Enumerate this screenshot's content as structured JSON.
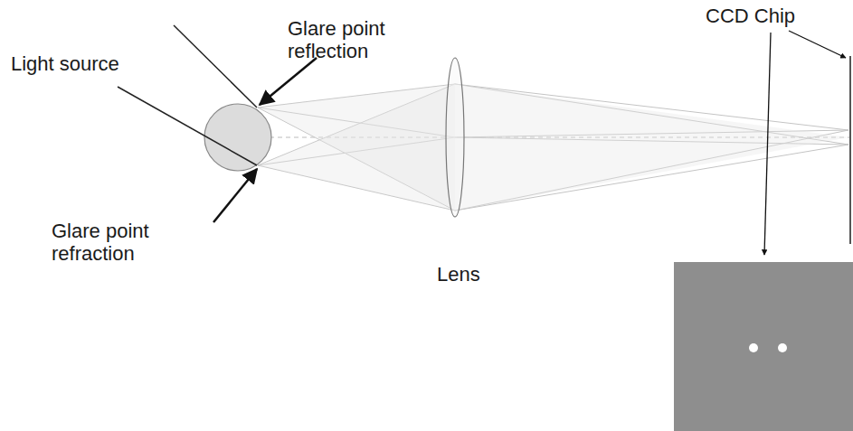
{
  "diagram": {
    "labels": [
      "Light source",
      "Glare point reflection",
      "CCD Chip",
      "Glare point refraction",
      "Lens"
    ]
  }
}
